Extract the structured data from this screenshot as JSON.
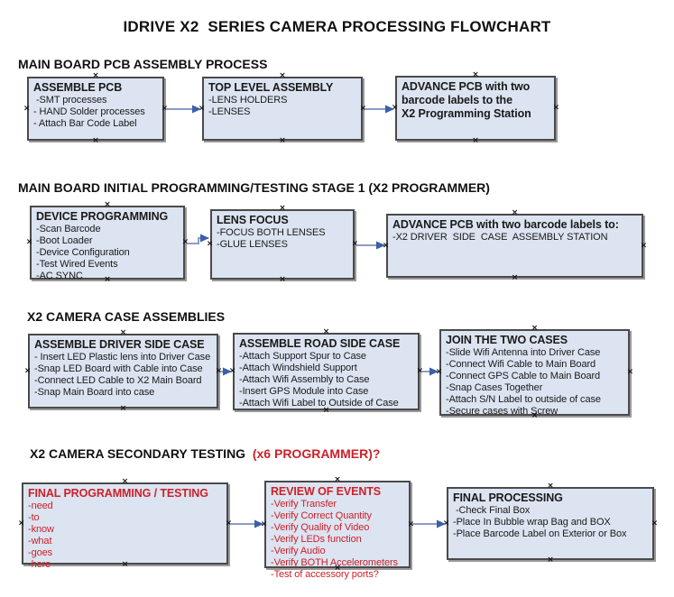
{
  "title": "IDRIVE X2  SERIES CAMERA PROCESSING FLOWCHART",
  "icons": {
    "anchor_mark": "×"
  },
  "colors": {
    "box_fill": "#dce4f1",
    "box_border": "#4a4a4a",
    "box_shadow": "#9a9a9a",
    "arrow_line": "#8b9cc6",
    "arrow_head": "#3c5fa8",
    "red_text": "#cc2129"
  },
  "sections": [
    {
      "header": "MAIN BOARD PCB ASSEMBLY PROCESS",
      "boxes": [
        {
          "title": "ASSEMBLE PCB",
          "items": [
            " -SMT processes",
            "- HAND Solder processes",
            "- Attach Bar Code Label"
          ]
        },
        {
          "title": "TOP LEVEL ASSEMBLY",
          "items": [
            "-LENS HOLDERS",
            "-LENSES"
          ]
        },
        {
          "title": "ADVANCE PCB with two\nbarcode labels to the\n X2 Programming Station",
          "items": []
        }
      ]
    },
    {
      "header": "MAIN BOARD INITIAL PROGRAMMING/TESTING STAGE 1 (X2 PROGRAMMER)",
      "boxes": [
        {
          "title": "DEVICE PROGRAMMING",
          "items": [
            "-Scan Barcode",
            "-Boot Loader",
            "-Device Configuration",
            "-Test Wired Events",
            "-AC SYNC"
          ]
        },
        {
          "title": "LENS FOCUS",
          "items": [
            "-FOCUS BOTH LENSES",
            "-GLUE LENSES"
          ]
        },
        {
          "title": "ADVANCE PCB with two barcode labels to:",
          "items": [
            "-X2 DRIVER  SIDE  CASE  ASSEMBLY STATION"
          ]
        }
      ]
    },
    {
      "header": "X2 CAMERA CASE ASSEMBLIES",
      "boxes": [
        {
          "title": "ASSEMBLE DRIVER SIDE CASE",
          "items": [
            "- Insert LED Plastic lens into Driver Case",
            "-Snap LED Board with Cable into Case",
            "-Connect LED Cable to X2 Main Board",
            "-Snap Main Board into case"
          ]
        },
        {
          "title": "ASSEMBLE ROAD SIDE CASE",
          "items": [
            "-Attach Support Spur to Case",
            "-Attach Windshield Support",
            "-Attach Wifi Assembly to Case",
            "-Insert GPS Module into Case",
            "-Attach Wifi Label to Outside of Case"
          ]
        },
        {
          "title": "JOIN THE TWO CASES",
          "items": [
            "-Slide Wifi Antenna into Driver Case",
            "-Connect Wifi Cable to Main Board",
            "-Connect GPS Cable to Main Board",
            "-Snap Cases Together",
            "-Attach S/N Label to outside of case",
            "-Secure cases with Screw"
          ]
        }
      ]
    },
    {
      "header": "X2 CAMERA SECONDARY TESTING  ",
      "header_red": "(x6 PROGRAMMER)?",
      "boxes": [
        {
          "title": "FINAL PROGRAMMING / TESTING",
          "items": [
            "-need",
            "-to",
            "-know",
            "-what",
            "-goes",
            "-here"
          ]
        },
        {
          "title": "REVIEW OF EVENTS",
          "items": [
            "-Verify Transfer",
            "-Verify Correct Quantity",
            "-Verify Quality of Video",
            "-Verify LEDs function",
            "-Verify Audio",
            "-Verify BOTH Accelerometers",
            "-Test of accessory ports?"
          ]
        },
        {
          "title": "FINAL PROCESSING",
          "items": [
            " -Check Final Box",
            "-Place In Bubble wrap Bag and BOX",
            "-Place Barcode Label on Exterior or Box"
          ]
        }
      ]
    }
  ]
}
